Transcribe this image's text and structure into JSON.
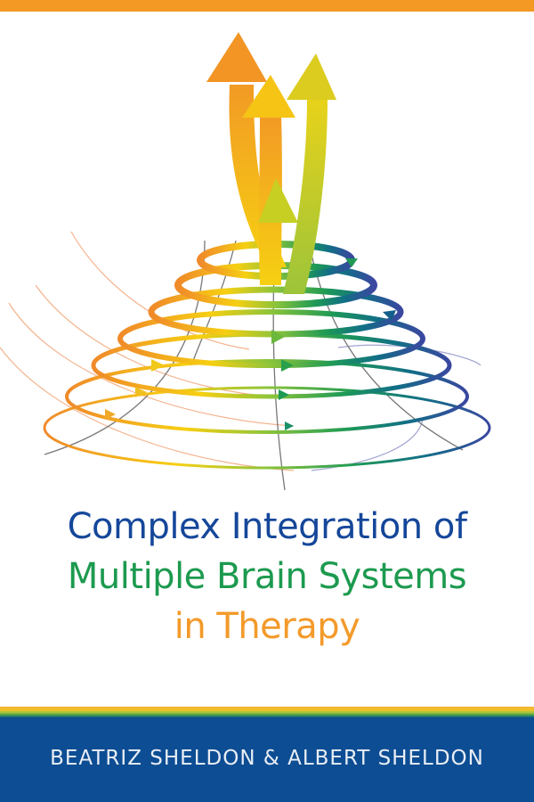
{
  "cover": {
    "title_lines": [
      "Complex Integration of",
      "Multiple Brain Systems",
      "in Therapy"
    ],
    "authors": "BEATRIZ SHELDON & ALBERT SHELDON",
    "artwork": "spiral-arrows-illustration",
    "colors": {
      "top_bar": "#f49a24",
      "title_line1": "#15479a",
      "title_line2": "#1c9a4f",
      "title_line3": "#f39a2a",
      "footer": "#0d4d93",
      "author_text": "#e9eef6"
    }
  }
}
